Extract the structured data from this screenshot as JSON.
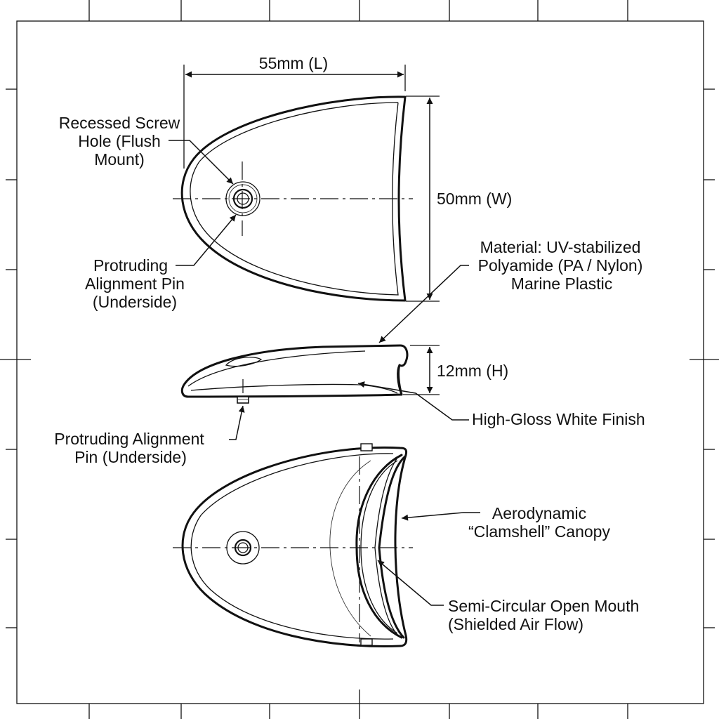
{
  "dimensions": {
    "length": "55mm (L)",
    "width": "50mm (W)",
    "height": "12mm (H)"
  },
  "callouts": {
    "recessed_screw_hole": [
      "Recessed Screw",
      "Hole (Flush",
      "Mount)"
    ],
    "alignment_pin_top": [
      "Protruding",
      "Alignment Pin",
      "(Underside)"
    ],
    "material": [
      "Material: UV-stabilized",
      "Polyamide (PA / Nylon)",
      "Marine Plastic"
    ],
    "finish": [
      "High-Gloss White Finish"
    ],
    "alignment_pin_side": [
      "Protruding Alignment",
      "Pin (Underside)"
    ],
    "canopy": [
      "Aerodynamic",
      "“Clamshell” Canopy"
    ],
    "mouth": [
      "Semi-Circular Open Mouth",
      "(Shielded Air Flow)"
    ]
  },
  "colors": {
    "ink": "#111111",
    "paper": "#ffffff"
  }
}
